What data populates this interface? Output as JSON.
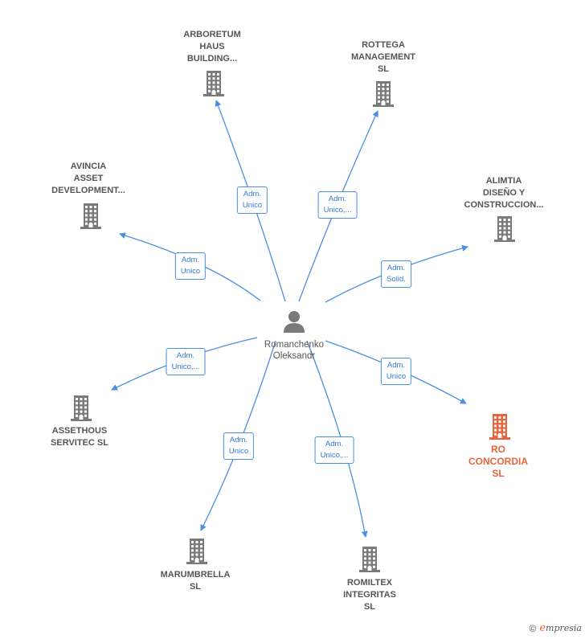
{
  "center": {
    "name": "Romanchenko\nOleksandr",
    "icon": "person-icon"
  },
  "companies": [
    {
      "id": "arboretum",
      "label": "ARBORETUM\nHAUS\nBUILDING...",
      "edge": "Adm.\nUnico",
      "highlight": false,
      "icon": "building-icon"
    },
    {
      "id": "rottega",
      "label": "ROTTEGA\nMANAGEMENT\nSL",
      "edge": "Adm.\nUnico,...",
      "highlight": false,
      "icon": "building-icon"
    },
    {
      "id": "alimtia",
      "label": "ALIMTIA\nDISEÑO Y\nCONSTRUCCION...",
      "edge": "Adm.\nSolid.",
      "highlight": false,
      "icon": "building-icon"
    },
    {
      "id": "ro-concordia",
      "label": "RO\nCONCORDIA\nSL",
      "edge": "Adm.\nUnico",
      "highlight": true,
      "icon": "building-icon"
    },
    {
      "id": "romiltex",
      "label": "ROMILTEX\nINTEGRITAS\nSL",
      "edge": "Adm.\nUnico,...",
      "highlight": false,
      "icon": "building-icon"
    },
    {
      "id": "marumbrella",
      "label": "MARUMBRELLA\nSL",
      "edge": "Adm.\nUnico",
      "highlight": false,
      "icon": "building-icon"
    },
    {
      "id": "assethous",
      "label": "ASSETHOUS\nSERVITEC  SL",
      "edge": "Adm.\nUnico,...",
      "highlight": false,
      "icon": "building-icon"
    },
    {
      "id": "avincia",
      "label": "AVINCIA\nASSET\nDEVELOPMENT...",
      "edge": "Adm.\nUnico",
      "highlight": false,
      "icon": "building-icon"
    }
  ],
  "colors": {
    "edge": "#4a8fe0",
    "icon": "#7a7a7a",
    "highlight": "#e8643c"
  },
  "footer": {
    "copyright": "©",
    "brand_e": "e",
    "brand_rest": "mpresia"
  }
}
